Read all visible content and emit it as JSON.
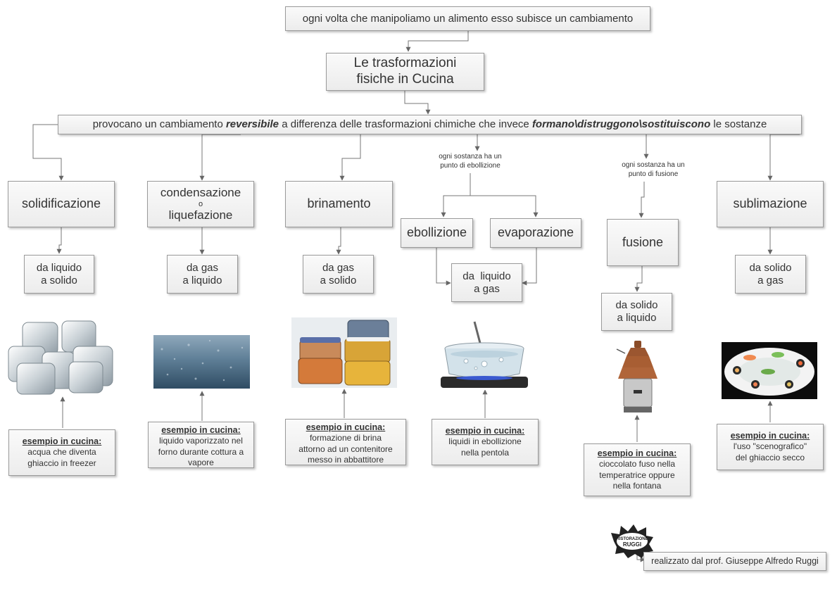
{
  "top_note": "ogni volta che manipoliamo un alimento esso subisce un cambiamento",
  "title_line1": "Le trasformazioni",
  "title_line2": "fisiche in Cucina",
  "banner": {
    "part1": "provocano un cambiamento ",
    "em1": "reversibile",
    "part2": " a differenza delle trasformazioni chimiche che invece ",
    "em2": "formano\\distruggono\\sostituiscono",
    "part3": " le sostanze"
  },
  "notes": {
    "ebollizione_note_1": "ogni sostanza ha un",
    "ebollizione_note_2": "punto di ebollizione",
    "fusione_note_1": "ogni sostanza ha un",
    "fusione_note_2": "punto di fusione"
  },
  "processes": {
    "solidificazione": "solidificazione",
    "condensazione": "condensazione",
    "condensazione_o": "o",
    "liquefazione": "liquefazione",
    "brinamento": "brinamento",
    "ebollizione": "ebollizione",
    "evaporazione": "evaporazione",
    "fusione": "fusione",
    "sublimazione": "sublimazione"
  },
  "states": {
    "liquido_solido_1": "da liquido",
    "liquido_solido_2": "a solido",
    "gas_liquido_1": "da gas",
    "gas_liquido_2": "a liquido",
    "gas_solido_1": "da gas",
    "gas_solido_2": "a solido",
    "liquido_gas_1": "da  liquido",
    "liquido_gas_2": "a gas",
    "solido_liquido_1": "da solido",
    "solido_liquido_2": "a liquido",
    "solido_gas_1": "da solido",
    "solido_gas_2": "a gas"
  },
  "examples": {
    "heading": "esempio in cucina:",
    "solidificazione": [
      "acqua che diventa",
      "ghiaccio in freezer"
    ],
    "condensazione": [
      "liquido vaporizzato nel",
      "forno durante cottura a",
      "vapore"
    ],
    "brinamento": [
      "formazione di brina",
      "attorno ad un contenitore",
      "messo in abbattitore"
    ],
    "ebollizione": [
      "liquidi in ebollizione",
      "nella pentola"
    ],
    "fusione": [
      "cioccolato fuso nella",
      "temperatrice oppure",
      "nella fontana"
    ],
    "sublimazione": [
      "l'uso \"scenografico\"",
      "del ghiaccio secco"
    ]
  },
  "logo_text": "RISTORAZIONE con RUGGI",
  "credit": "realizzato dal prof. Giuseppe Alfredo Ruggi"
}
